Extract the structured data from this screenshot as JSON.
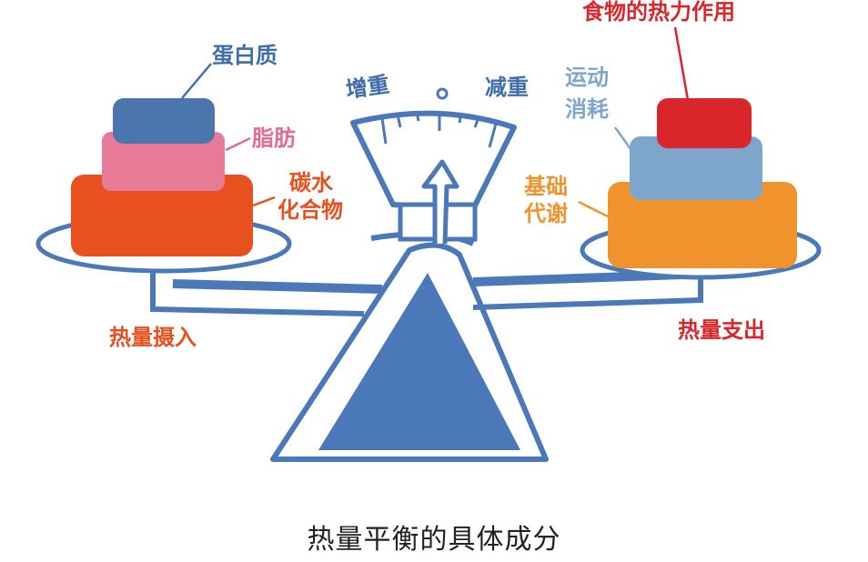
{
  "diagram": {
    "caption": "热量平衡的具体成分",
    "scale": {
      "left_direction": "增重",
      "right_direction": "减重",
      "zero_mark": "o"
    },
    "left_pan": {
      "group_label": "热量摄入",
      "layers": [
        {
          "label": "蛋白质",
          "color": "#4a75ad"
        },
        {
          "label": "脂肪",
          "color": "#e67a97"
        },
        {
          "label_line1": "碳水",
          "label_line2": "化合物",
          "color": "#e8501f"
        }
      ]
    },
    "right_pan": {
      "group_label": "热量支出",
      "layers": [
        {
          "label": "食物的热力作用",
          "color": "#d9262a"
        },
        {
          "label_line1": "运动",
          "label_line2": "消耗",
          "color": "#7ea6cc"
        },
        {
          "label_line1": "基础",
          "label_line2": "代谢",
          "color": "#f0932d"
        }
      ]
    },
    "colors": {
      "outline": "#4a78b8",
      "protein_text": "#3f6ea8",
      "fat_text": "#e36b8e",
      "carb_text": "#e8501f",
      "tef_text": "#d9262a",
      "exercise_text": "#7ea6cc",
      "bmr_text": "#f0932d",
      "intake_text": "#e8501f",
      "expense_text": "#d9262a"
    }
  }
}
